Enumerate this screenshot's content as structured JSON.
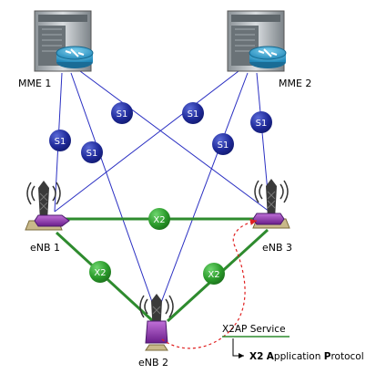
{
  "nodes": {
    "mme1": {
      "label": "MME 1"
    },
    "mme2": {
      "label": "MME 2"
    },
    "enb1": {
      "label": "eNB 1"
    },
    "enb2": {
      "label": "eNB 2"
    },
    "enb3": {
      "label": "eNB 3"
    }
  },
  "interfaces": {
    "s1": "S1",
    "x2": "X2"
  },
  "annotations": {
    "x2ap_service": "X2AP Service",
    "x2ap_protocol": {
      "x": "X",
      "two": "2",
      "a": "A",
      "pplication": "pplication",
      "p": "P",
      "rotocol": "rotocol"
    }
  },
  "colors": {
    "s1_link": "#2a2fc2",
    "x2_link": "#2e8b2e",
    "s1_badge": "#1e2d8c",
    "x2_badge": "#2a9a2a",
    "annotation_arrow": "#e02020",
    "annotation_line": "#2e8b2e"
  }
}
